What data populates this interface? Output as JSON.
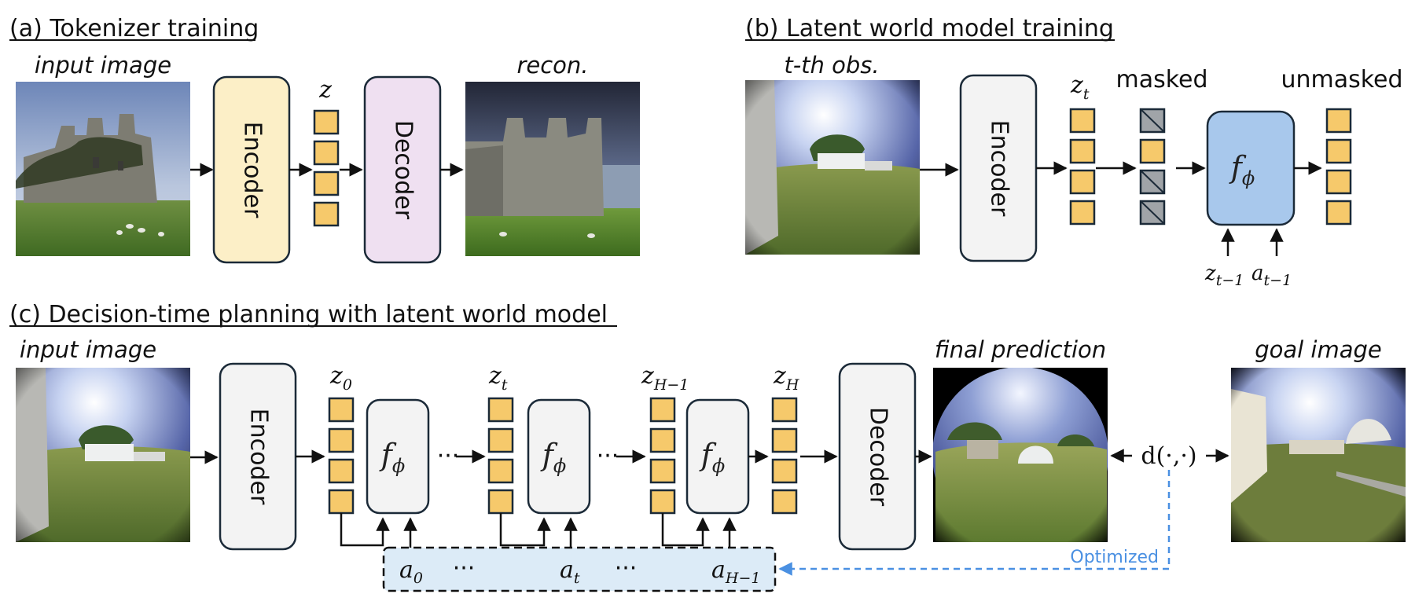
{
  "panels": {
    "a": {
      "heading": "(a) Tokenizer training",
      "input_caption": "input image",
      "encoder_label": "Encoder",
      "z_label": "z",
      "decoder_label": "Decoder",
      "recon_caption": "recon."
    },
    "b": {
      "heading": "(b) Latent world model training",
      "obs_caption": "t-th obs.",
      "encoder_label": "Encoder",
      "zt_main": "z",
      "zt_sub": "t",
      "masked_label": "masked",
      "unmasked_label": "unmasked",
      "f_main": "f",
      "f_sub": "ϕ",
      "z_prev_main": "z",
      "z_prev_sub": "t−1",
      "a_prev_main": "a",
      "a_prev_sub": "t−1"
    },
    "c": {
      "heading": "(c) Decision-time planning with latent world model",
      "input_caption": "input image",
      "encoder_label": "Encoder",
      "decoder_label": "Decoder",
      "final_caption": "final prediction",
      "goal_caption": "goal image",
      "distance_label": "d(·,·)",
      "optimized_label": "Optimized",
      "f_main": "f",
      "f_sub": "ϕ",
      "z0_main": "z",
      "z0_sub": "0",
      "zt_main": "z",
      "zt_sub": "t",
      "zh1_main": "z",
      "zh1_sub": "H−1",
      "zh_main": "z",
      "zh_sub": "H",
      "a0_main": "a",
      "a0_sub": "0",
      "at_main": "a",
      "at_sub": "t",
      "ah1_main": "a",
      "ah1_sub": "H−1",
      "dots": "···"
    }
  },
  "colors": {
    "encoder_a": "#fcefc7",
    "decoder_a": "#efe0f1",
    "gray_box": "#f3f3f3",
    "latent": "#f6c96b",
    "masked_fill": "#a0a4a8",
    "fphi_b": "#a8c8ec",
    "action_band": "#dcebf7",
    "optimized": "#4a90e2",
    "stroke": "#1b2a38"
  }
}
